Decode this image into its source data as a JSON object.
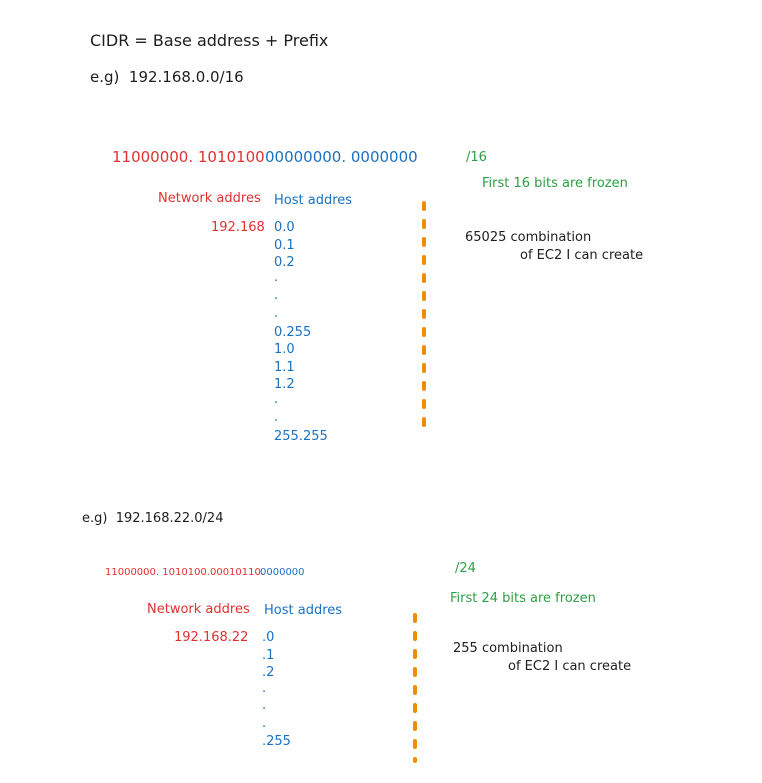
{
  "colors": {
    "text": "#1e1e1e",
    "network": "#e03131",
    "host": "#1971c2",
    "note": "#2f9e44",
    "divider": "#f08c00"
  },
  "header": {
    "formula": "CIDR = Base address + Prefix"
  },
  "example1": {
    "label": "e.g)  192.168.0.0/16",
    "binary_network": "11000000. 1010100",
    "binary_host": "00000000. 0000000",
    "prefix": "/16",
    "frozen_note": "First 16 bits are frozen",
    "network_heading": "Network addres",
    "host_heading": "Host addres",
    "network_value": "192.168",
    "host_values": [
      "0.0",
      "0.1",
      "0.2",
      ".",
      ".",
      ".",
      "0.255",
      "1.0",
      "1.1",
      "1.2",
      ".",
      ".",
      "255.255"
    ],
    "combination_line1": "65025 combination",
    "combination_line2": "of EC2 I can create"
  },
  "example2": {
    "label": "e.g)  192.168.22.0/24",
    "binary_network": "11000000. 1010100.00010110.",
    "binary_host": "0000000",
    "prefix": "/24",
    "frozen_note": "First 24 bits are frozen",
    "network_heading": "Network addres",
    "host_heading": "Host addres",
    "network_value": "192.168.22",
    "host_values": [
      ".0",
      ".1",
      ".2",
      ".",
      ".",
      ".",
      ".255"
    ],
    "combination_line1": "255 combination",
    "combination_line2": "of EC2 I can create"
  }
}
